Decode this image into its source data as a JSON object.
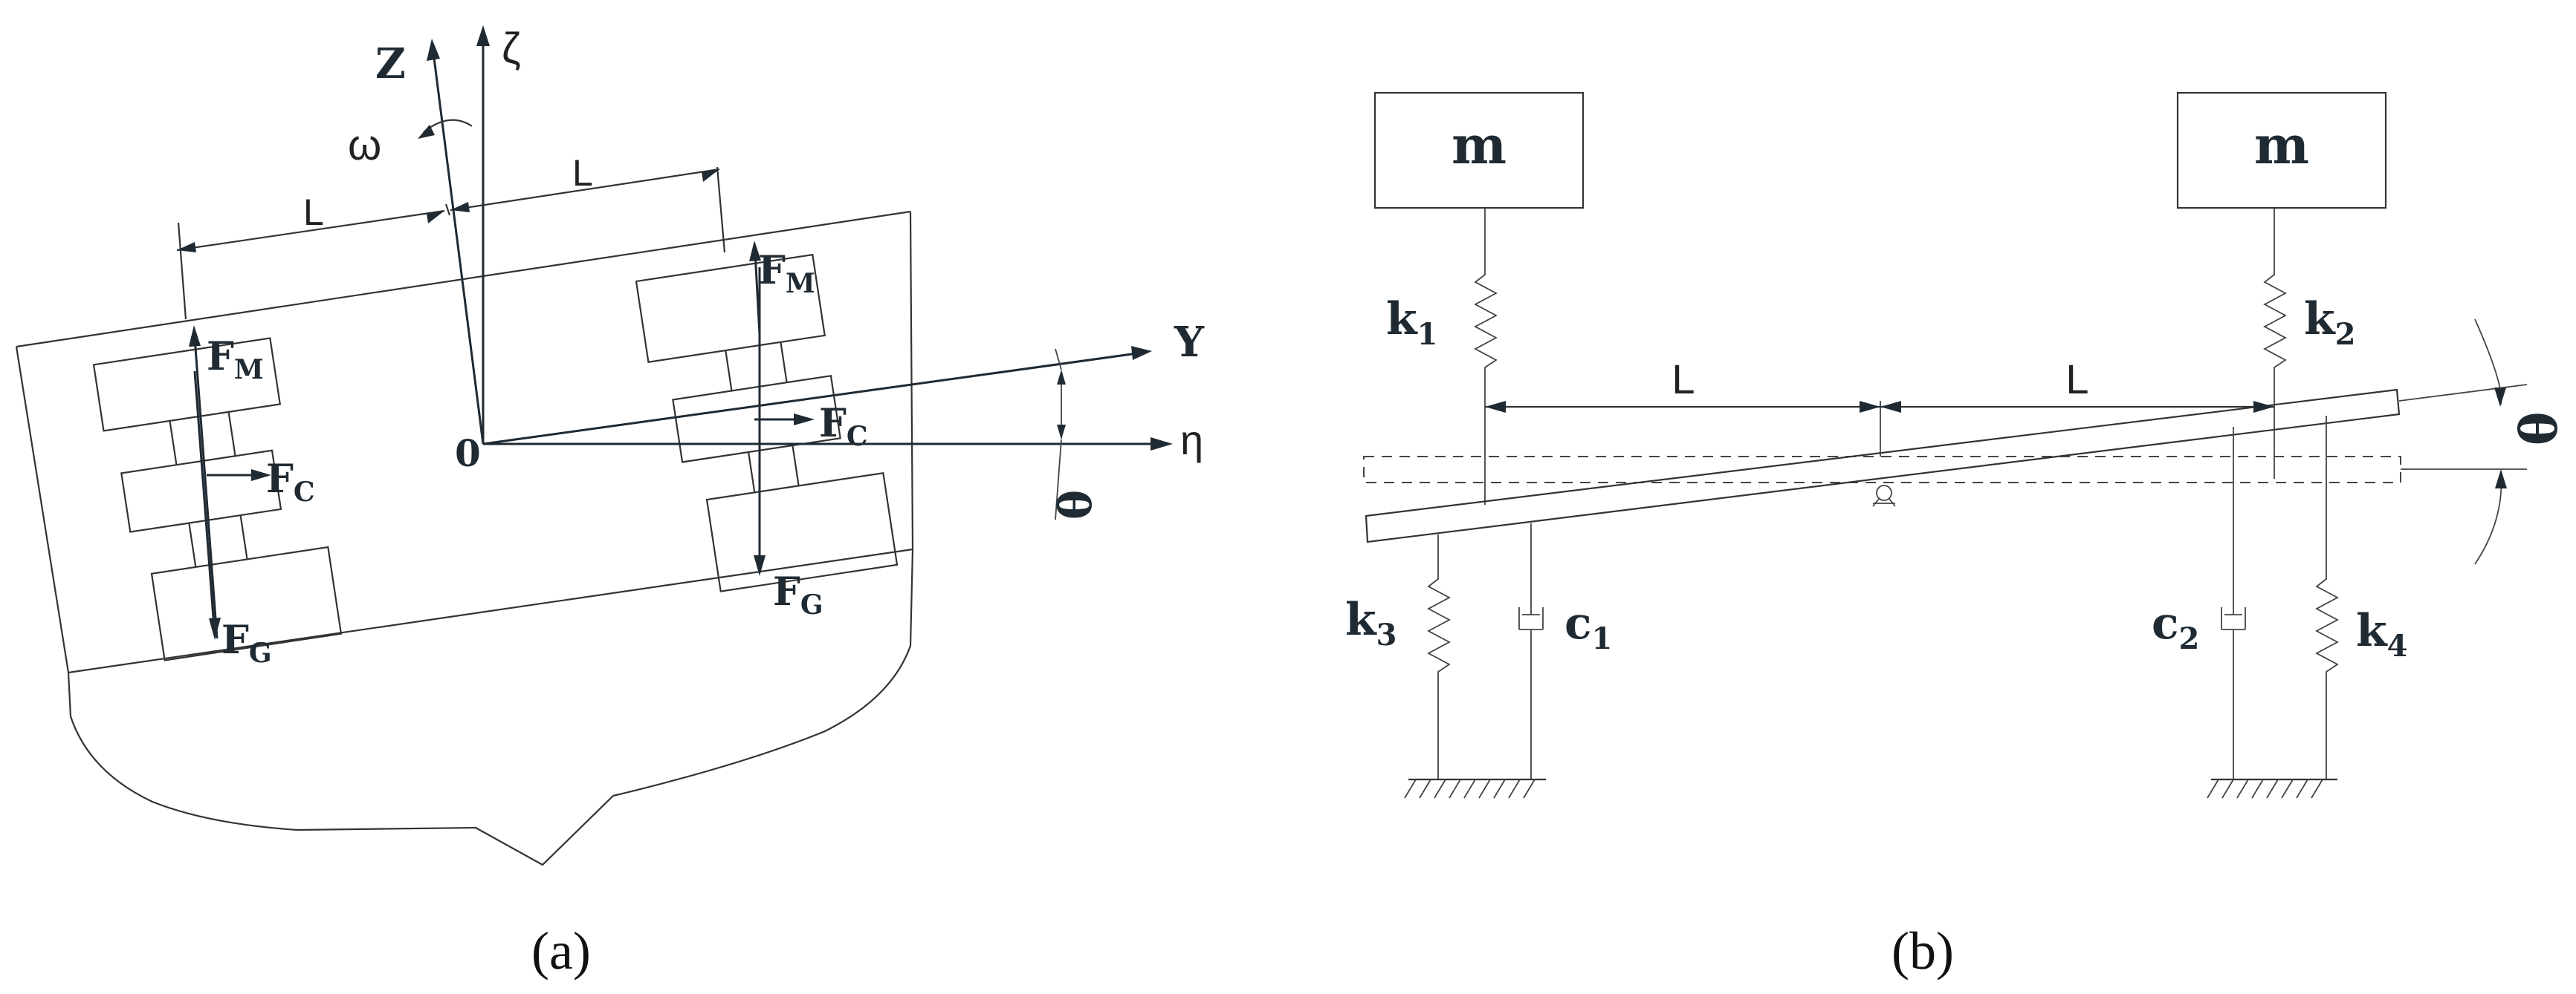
{
  "panel_a": {
    "caption": "(a)",
    "axes": {
      "z": "Z",
      "zeta": "ζ",
      "y": "Y",
      "eta": "η",
      "origin": "0",
      "omega": "ω",
      "theta": "θ"
    },
    "dimension_left": "L",
    "dimension_right": "L",
    "forces": {
      "left_top": {
        "main": "F",
        "sub": "M"
      },
      "left_mid": {
        "main": "F",
        "sub": "C"
      },
      "left_bottom": {
        "main": "F",
        "sub": "G"
      },
      "right_top": {
        "main": "F",
        "sub": "M"
      },
      "right_mid": {
        "main": "F",
        "sub": "C"
      },
      "right_bottom": {
        "main": "F",
        "sub": "G"
      }
    }
  },
  "panel_b": {
    "caption": "(b)",
    "mass_left": "m",
    "mass_right": "m",
    "dimension_left": "L",
    "dimension_right": "L",
    "theta": "θ",
    "springs": {
      "k1": {
        "main": "k",
        "sub": "1"
      },
      "k2": {
        "main": "k",
        "sub": "2"
      },
      "k3": {
        "main": "k",
        "sub": "3"
      },
      "k4": {
        "main": "k",
        "sub": "4"
      }
    },
    "dampers": {
      "c1": {
        "main": "c",
        "sub": "1"
      },
      "c2": {
        "main": "c",
        "sub": "2"
      }
    }
  }
}
